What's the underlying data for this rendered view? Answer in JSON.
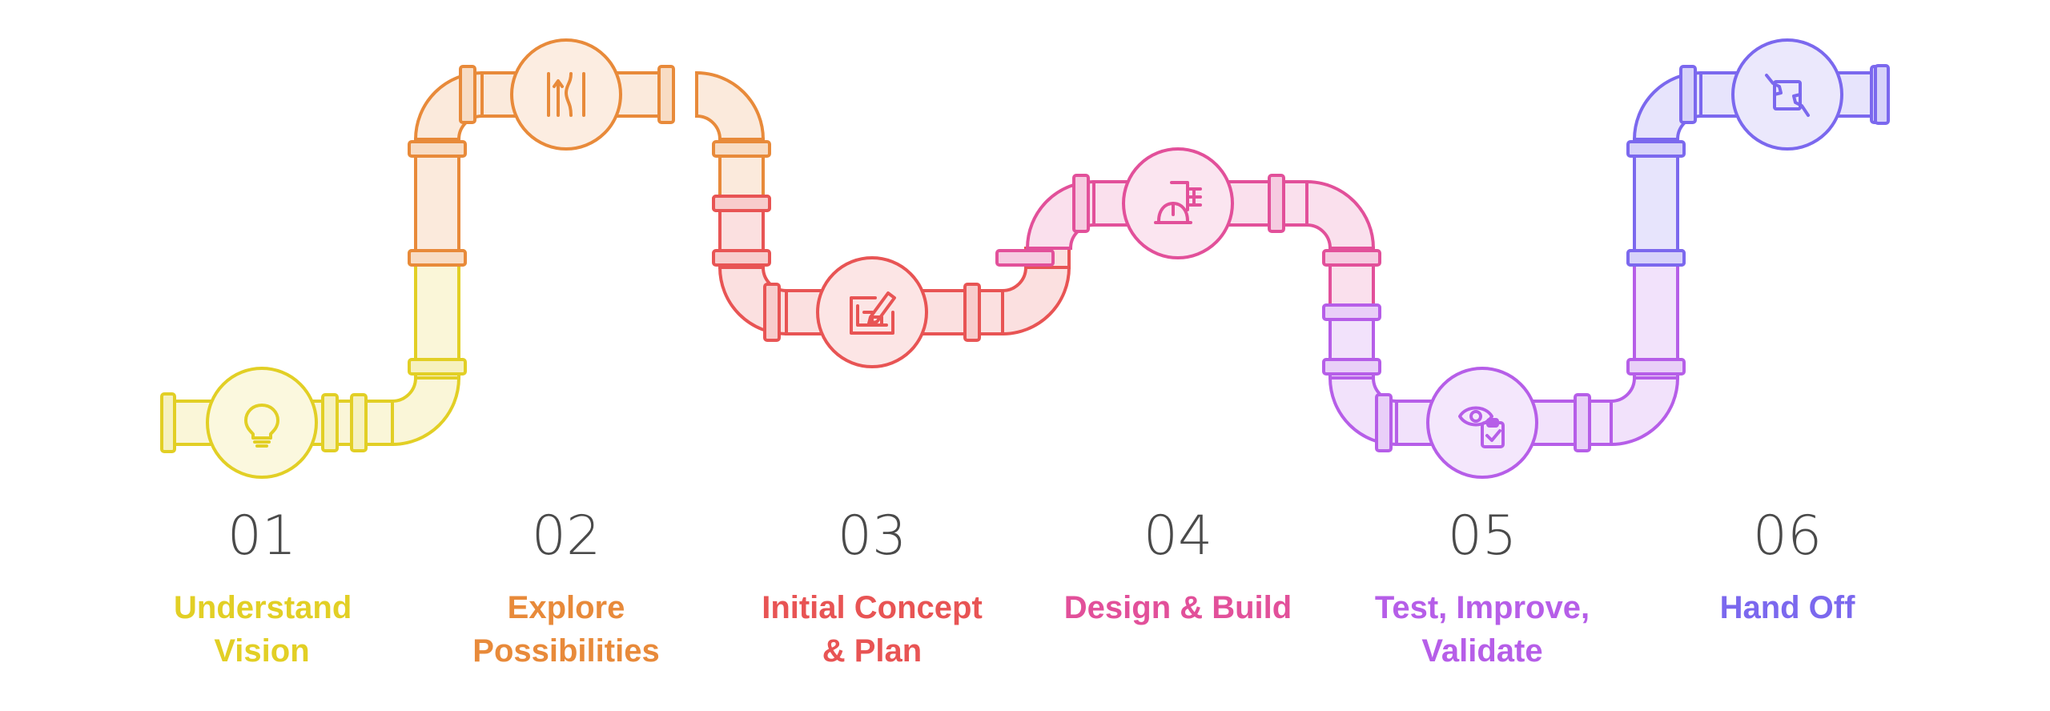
{
  "steps": [
    {
      "number": "01",
      "label": "Understand Vision",
      "color": "#e2cf25",
      "icon": "lightbulb-icon"
    },
    {
      "number": "02",
      "label": "Explore Possibilities",
      "color": "#e88a3a",
      "icon": "diverging-paths-icon"
    },
    {
      "number": "03",
      "label": "Initial Concept & Plan",
      "color": "#e85454",
      "icon": "blueprint-pencil-icon"
    },
    {
      "number": "04",
      "label": "Design & Build",
      "color": "#e2509a",
      "icon": "construction-helmet-icon"
    },
    {
      "number": "05",
      "label": "Test, Improve, Validate",
      "color": "#b65ee8",
      "icon": "eye-clipboard-icon"
    },
    {
      "number": "06",
      "label": "Hand Off",
      "color": "#7b68ee",
      "icon": "handover-document-icon"
    }
  ]
}
